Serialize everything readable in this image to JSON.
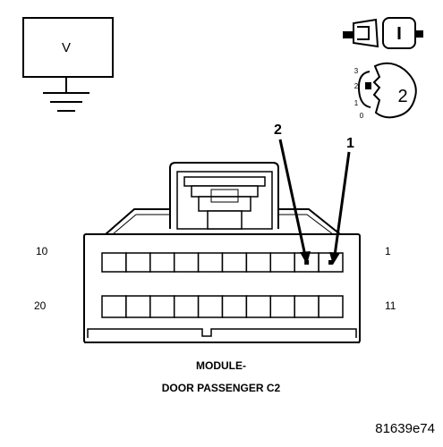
{
  "meter": {
    "label": "V"
  },
  "ignition": {
    "positions": [
      "3",
      "2",
      "1",
      "0"
    ],
    "selected": "2"
  },
  "callouts": {
    "left": "2",
    "right": "1"
  },
  "connector": {
    "pin_left_top": "10",
    "pin_right_top": "1",
    "pin_left_bottom": "20",
    "pin_right_bottom": "11",
    "title_line1": "MODULE-",
    "title_line2": "DOOR PASSENGER C2",
    "probed_cavities": [
      1,
      2
    ]
  },
  "figure_id": "81639e74"
}
